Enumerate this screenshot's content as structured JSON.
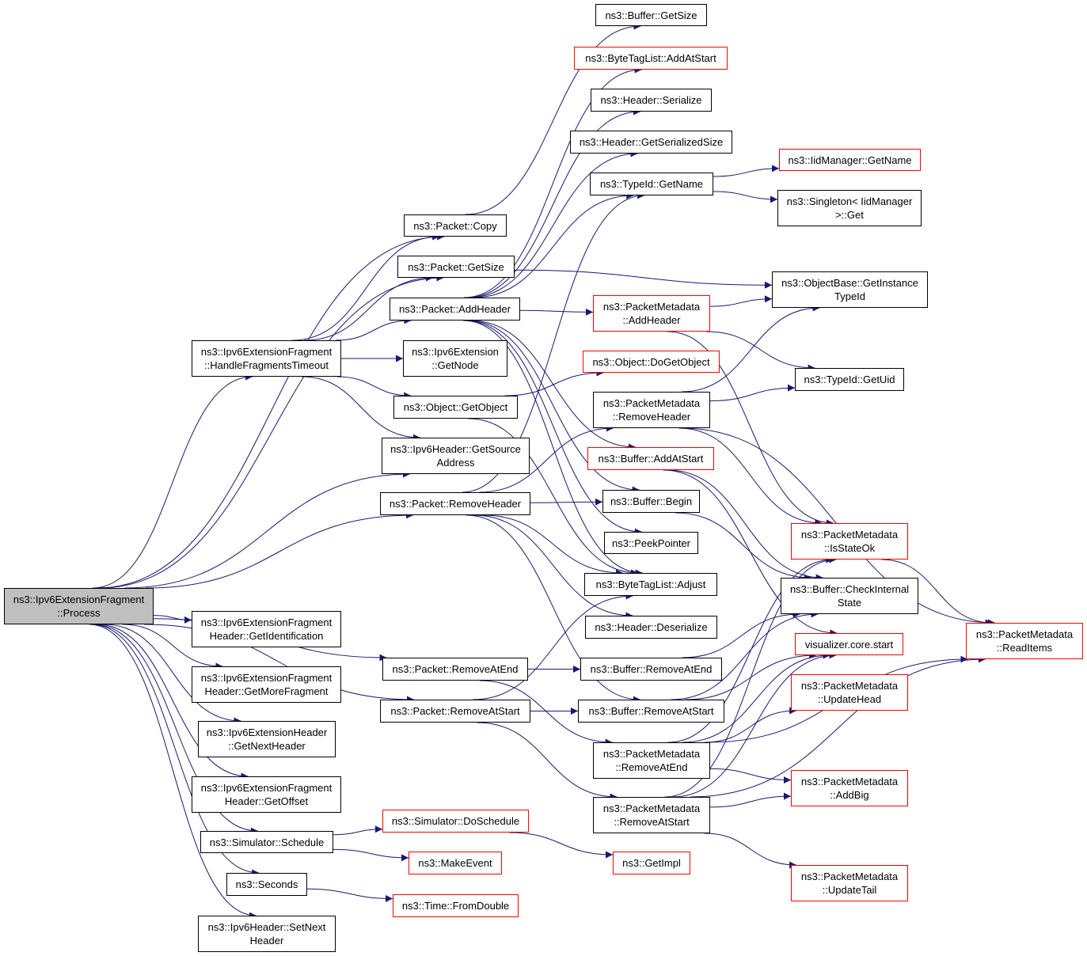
{
  "colors": {
    "edge": "#191970",
    "border_normal": "#000000",
    "border_truncated": "#ff0000",
    "root_fill": "#bfbfbf"
  },
  "nodes": {
    "root": {
      "line1": "ns3::Ipv6ExtensionFragment",
      "line2": "::Process"
    },
    "packet_copy": {
      "line1": "ns3::Packet::Copy"
    },
    "packet_getsize": {
      "line1": "ns3::Packet::GetSize"
    },
    "packet_addheader": {
      "line1": "ns3::Packet::AddHeader"
    },
    "handle_timeout": {
      "line1": "ns3::Ipv6ExtensionFragment",
      "line2": "::HandleFragmentsTimeout"
    },
    "ipv6ext_getnode": {
      "line1": "ns3::Ipv6Extension",
      "line2": "::GetNode"
    },
    "object_getobject": {
      "line1": "ns3::Object::GetObject"
    },
    "ipv6hdr_getsource": {
      "line1": "ns3::Ipv6Header::GetSource",
      "line2": "Address"
    },
    "packet_removeheader": {
      "line1": "ns3::Packet::RemoveHeader"
    },
    "frag_getident": {
      "line1": "ns3::Ipv6ExtensionFragment",
      "line2": "Header::GetIdentification"
    },
    "frag_getmore": {
      "line1": "ns3::Ipv6ExtensionFragment",
      "line2": "Header::GetMoreFragment"
    },
    "exthdr_getnext": {
      "line1": "ns3::Ipv6ExtensionHeader",
      "line2": "::GetNextHeader"
    },
    "frag_getoffset": {
      "line1": "ns3::Ipv6ExtensionFragment",
      "line2": "Header::GetOffset"
    },
    "sim_schedule": {
      "line1": "ns3::Simulator::Schedule"
    },
    "seconds": {
      "line1": "ns3::Seconds"
    },
    "ipv6hdr_setnext": {
      "line1": "ns3::Ipv6Header::SetNext",
      "line2": "Header"
    },
    "packet_removeatend": {
      "line1": "ns3::Packet::RemoveAtEnd"
    },
    "packet_removeatstart": {
      "line1": "ns3::Packet::RemoveAtStart"
    },
    "sim_doschedule": {
      "line1": "ns3::Simulator::DoSchedule"
    },
    "makeevent": {
      "line1": "ns3::MakeEvent"
    },
    "time_fromdouble": {
      "line1": "ns3::Time::FromDouble"
    },
    "getimpl": {
      "line1": "ns3::GetImpl"
    },
    "buffer_getsize": {
      "line1": "ns3::Buffer::GetSize"
    },
    "bytetag_addatstart": {
      "line1": "ns3::ByteTagList::AddAtStart"
    },
    "header_serialize": {
      "line1": "ns3::Header::Serialize"
    },
    "header_getserializedsize": {
      "line1": "ns3::Header::GetSerializedSize"
    },
    "typeid_getname": {
      "line1": "ns3::TypeId::GetName"
    },
    "pm_addheader": {
      "line1": "ns3::PacketMetadata",
      "line2": "::AddHeader"
    },
    "object_dogetobject": {
      "line1": "ns3::Object::DoGetObject"
    },
    "pm_removeheader": {
      "line1": "ns3::PacketMetadata",
      "line2": "::RemoveHeader"
    },
    "buffer_addatstart": {
      "line1": "ns3::Buffer::AddAtStart"
    },
    "buffer_begin": {
      "line1": "ns3::Buffer::Begin"
    },
    "peekpointer": {
      "line1": "ns3::PeekPointer"
    },
    "bytetag_adjust": {
      "line1": "ns3::ByteTagList::Adjust"
    },
    "header_deserialize": {
      "line1": "ns3::Header::Deserialize"
    },
    "buffer_removeatend": {
      "line1": "ns3::Buffer::RemoveAtEnd"
    },
    "buffer_removeatstart": {
      "line1": "ns3::Buffer::RemoveAtStart"
    },
    "pm_removeatend": {
      "line1": "ns3::PacketMetadata",
      "line2": "::RemoveAtEnd"
    },
    "pm_removeatstart": {
      "line1": "ns3::PacketMetadata",
      "line2": "::RemoveAtStart"
    },
    "iidmanager_getname": {
      "line1": "ns3::IidManager::GetName"
    },
    "singleton_get": {
      "line1": "ns3::Singleton< IidManager",
      "line2": ">::Get"
    },
    "objectbase_getinstance": {
      "line1": "ns3::ObjectBase::GetInstance",
      "line2": "TypeId"
    },
    "typeid_getuid": {
      "line1": "ns3::TypeId::GetUid"
    },
    "pm_isstateok": {
      "line1": "ns3::PacketMetadata",
      "line2": "::IsStateOk"
    },
    "buffer_checkinternal": {
      "line1": "ns3::Buffer::CheckInternal",
      "line2": "State"
    },
    "visualizer_start": {
      "line1": "visualizer.core.start"
    },
    "pm_updatehead": {
      "line1": "ns3::PacketMetadata",
      "line2": "::UpdateHead"
    },
    "pm_addbig": {
      "line1": "ns3::PacketMetadata",
      "line2": "::AddBig"
    },
    "pm_updatetail": {
      "line1": "ns3::PacketMetadata",
      "line2": "::UpdateTail"
    },
    "pm_readitems": {
      "line1": "ns3::PacketMetadata",
      "line2": "::ReadItems"
    }
  },
  "edges": [
    [
      "root",
      "packet_copy"
    ],
    [
      "root",
      "packet_getsize"
    ],
    [
      "root",
      "handle_timeout"
    ],
    [
      "root",
      "ipv6hdr_getsource"
    ],
    [
      "root",
      "packet_removeheader"
    ],
    [
      "root",
      "frag_getident"
    ],
    [
      "root",
      "frag_getmore"
    ],
    [
      "root",
      "exthdr_getnext"
    ],
    [
      "root",
      "frag_getoffset"
    ],
    [
      "root",
      "sim_schedule"
    ],
    [
      "root",
      "seconds"
    ],
    [
      "root",
      "ipv6hdr_setnext"
    ],
    [
      "root",
      "packet_removeatend"
    ],
    [
      "root",
      "packet_removeatstart"
    ],
    [
      "handle_timeout",
      "packet_copy"
    ],
    [
      "handle_timeout",
      "packet_getsize"
    ],
    [
      "handle_timeout",
      "packet_addheader"
    ],
    [
      "handle_timeout",
      "ipv6ext_getnode"
    ],
    [
      "handle_timeout",
      "object_getobject"
    ],
    [
      "handle_timeout",
      "ipv6hdr_getsource"
    ],
    [
      "packet_copy",
      "buffer_getsize"
    ],
    [
      "packet_getsize",
      "objectbase_getinstance"
    ],
    [
      "packet_addheader",
      "bytetag_addatstart"
    ],
    [
      "packet_addheader",
      "header_serialize"
    ],
    [
      "packet_addheader",
      "header_getserializedsize"
    ],
    [
      "packet_addheader",
      "typeid_getname"
    ],
    [
      "packet_addheader",
      "pm_addheader"
    ],
    [
      "packet_addheader",
      "buffer_addatstart"
    ],
    [
      "packet_addheader",
      "buffer_begin"
    ],
    [
      "packet_addheader",
      "peekpointer"
    ],
    [
      "packet_addheader",
      "bytetag_adjust"
    ],
    [
      "object_getobject",
      "object_dogetobject"
    ],
    [
      "object_getobject",
      "bytetag_adjust"
    ],
    [
      "packet_removeheader",
      "typeid_getname"
    ],
    [
      "packet_removeheader",
      "pm_removeheader"
    ],
    [
      "packet_removeheader",
      "buffer_begin"
    ],
    [
      "packet_removeheader",
      "bytetag_adjust"
    ],
    [
      "packet_removeheader",
      "header_deserialize"
    ],
    [
      "packet_removeheader",
      "buffer_removeatstart"
    ],
    [
      "packet_removeatend",
      "buffer_removeatend"
    ],
    [
      "packet_removeatend",
      "pm_removeatend"
    ],
    [
      "packet_removeatstart",
      "buffer_removeatstart"
    ],
    [
      "packet_removeatstart",
      "pm_removeatstart"
    ],
    [
      "packet_removeatstart",
      "bytetag_adjust"
    ],
    [
      "sim_schedule",
      "sim_doschedule"
    ],
    [
      "sim_schedule",
      "makeevent"
    ],
    [
      "sim_doschedule",
      "getimpl"
    ],
    [
      "seconds",
      "time_fromdouble"
    ],
    [
      "typeid_getname",
      "iidmanager_getname"
    ],
    [
      "typeid_getname",
      "singleton_get"
    ],
    [
      "pm_addheader",
      "objectbase_getinstance"
    ],
    [
      "pm_addheader",
      "typeid_getuid"
    ],
    [
      "pm_addheader",
      "pm_isstateok"
    ],
    [
      "pm_removeheader",
      "objectbase_getinstance"
    ],
    [
      "pm_removeheader",
      "typeid_getuid"
    ],
    [
      "pm_removeheader",
      "pm_isstateok"
    ],
    [
      "pm_removeheader",
      "pm_readitems"
    ],
    [
      "buffer_addatstart",
      "buffer_checkinternal"
    ],
    [
      "buffer_addatstart",
      "visualizer_start"
    ],
    [
      "buffer_begin",
      "buffer_checkinternal"
    ],
    [
      "buffer_removeatend",
      "buffer_checkinternal"
    ],
    [
      "buffer_removeatstart",
      "buffer_checkinternal"
    ],
    [
      "buffer_removeatstart",
      "visualizer_start"
    ],
    [
      "pm_removeatend",
      "pm_isstateok"
    ],
    [
      "pm_removeatend",
      "pm_updatehead"
    ],
    [
      "pm_removeatend",
      "pm_addbig"
    ],
    [
      "pm_removeatend",
      "pm_readitems"
    ],
    [
      "pm_removeatend",
      "visualizer_start"
    ],
    [
      "pm_removeatstart",
      "pm_isstateok"
    ],
    [
      "pm_removeatstart",
      "pm_addbig"
    ],
    [
      "pm_removeatstart",
      "pm_updatetail"
    ],
    [
      "pm_removeatstart",
      "pm_readitems"
    ],
    [
      "pm_removeatstart",
      "visualizer_start"
    ],
    [
      "pm_isstateok",
      "pm_readitems"
    ]
  ]
}
